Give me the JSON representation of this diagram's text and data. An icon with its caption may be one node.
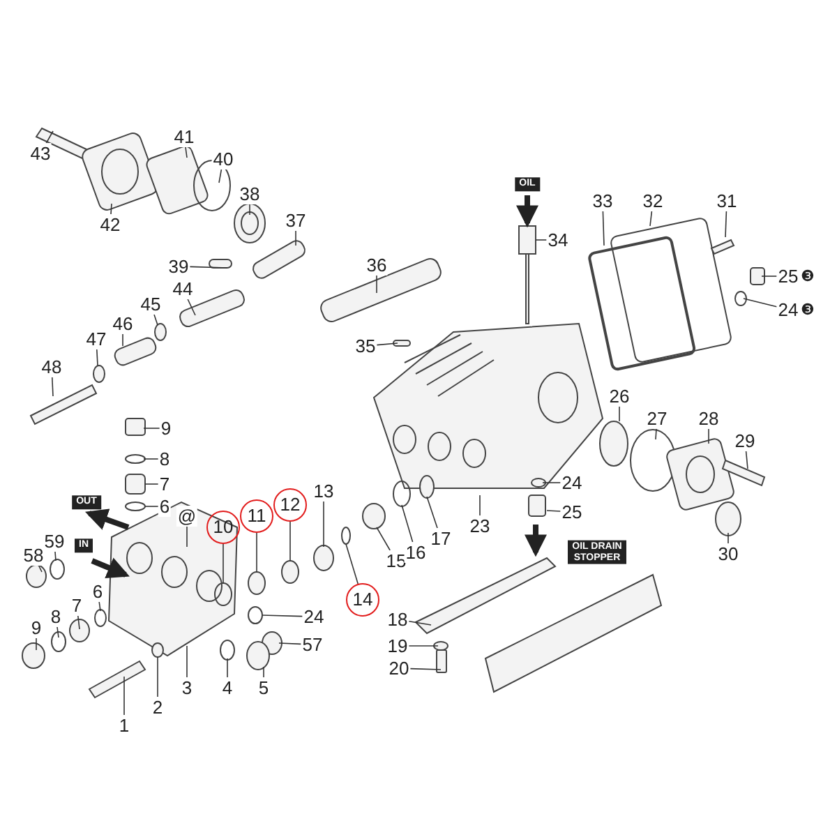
{
  "diagram": {
    "nodes": [
      {
        "text": [
          "43"
        ]
      },
      {
        "text": [
          "41"
        ]
      },
      {
        "text": [
          "40"
        ]
      },
      {
        "text": [
          "38"
        ]
      },
      {
        "text": [
          "37"
        ]
      },
      {
        "text": [
          "42"
        ]
      },
      {
        "text": [
          "39"
        ]
      },
      {
        "text": [
          "36"
        ]
      },
      {
        "text": [
          "44"
        ]
      },
      {
        "text": [
          "45"
        ]
      },
      {
        "text": [
          "46"
        ]
      },
      {
        "text": [
          "47"
        ]
      },
      {
        "text": [
          "35"
        ]
      },
      {
        "text": [
          "48"
        ]
      },
      {
        "text": [
          "34"
        ]
      },
      {
        "text": [
          "33"
        ]
      },
      {
        "text": [
          "32"
        ]
      },
      {
        "text": [
          "31"
        ]
      },
      {
        "text": [
          "25"
        ],
        "beside": [
          "❸"
        ]
      },
      {
        "text": [
          "24"
        ],
        "beside": [
          "❸"
        ]
      },
      {
        "text": [
          "26"
        ]
      },
      {
        "text": [
          "27"
        ]
      },
      {
        "text": [
          "28"
        ]
      },
      {
        "text": [
          "29"
        ]
      },
      {
        "text": [
          "30"
        ]
      },
      {
        "text": [
          "23"
        ]
      },
      {
        "text": [
          "24"
        ]
      },
      {
        "text": [
          "25"
        ]
      },
      {
        "text": [
          "9"
        ]
      },
      {
        "text": [
          "8"
        ]
      },
      {
        "text": [
          "7"
        ]
      },
      {
        "text": [
          "6"
        ]
      },
      {
        "text": [
          "13"
        ]
      },
      {
        "text": [
          "12"
        ]
      },
      {
        "text": [
          "11"
        ]
      },
      {
        "text": [
          "10"
        ]
      },
      {
        "text": [
          "14"
        ]
      },
      {
        "text": [
          "15"
        ]
      },
      {
        "text": [
          "16"
        ]
      },
      {
        "text": [
          "17"
        ]
      },
      {
        "text": [
          "@"
        ]
      },
      {
        "text": [
          "59"
        ]
      },
      {
        "text": [
          "58"
        ]
      },
      {
        "text": [
          "24"
        ]
      },
      {
        "text": [
          "57"
        ]
      },
      {
        "text": [
          "6"
        ]
      },
      {
        "text": [
          "7"
        ]
      },
      {
        "text": [
          "8"
        ]
      },
      {
        "text": [
          "9"
        ]
      },
      {
        "text": [
          "18"
        ]
      },
      {
        "text": [
          "19"
        ]
      },
      {
        "text": [
          "20"
        ]
      },
      {
        "text": [
          "3"
        ]
      },
      {
        "text": [
          "4"
        ]
      },
      {
        "text": [
          "5"
        ]
      },
      {
        "text": [
          "2"
        ]
      },
      {
        "text": [
          "1"
        ]
      }
    ],
    "edges": [
      {
        "from": 0,
        "to": null,
        "arrow": "none"
      },
      {
        "from": 1,
        "to": null,
        "arrow": "none"
      },
      {
        "from": 2,
        "to": null,
        "arrow": "none"
      },
      {
        "from": 3,
        "to": null,
        "arrow": "none"
      },
      {
        "from": 4,
        "to": null,
        "arrow": "none"
      },
      {
        "from": 5,
        "to": null,
        "arrow": "none"
      },
      {
        "from": 6,
        "to": null,
        "arrow": "none"
      },
      {
        "from": 7,
        "to": null,
        "arrow": "none"
      },
      {
        "from": 8,
        "to": null,
        "arrow": "none"
      },
      {
        "from": 9,
        "to": null,
        "arrow": "none"
      },
      {
        "from": 10,
        "to": null,
        "arrow": "none"
      },
      {
        "from": 11,
        "to": null,
        "arrow": "none"
      },
      {
        "from": 12,
        "to": null,
        "arrow": "none"
      },
      {
        "from": 13,
        "to": null,
        "arrow": "none"
      },
      {
        "from": 14,
        "to": null,
        "arrow": "none"
      },
      {
        "from": 15,
        "to": null,
        "arrow": "none"
      },
      {
        "from": 16,
        "to": null,
        "arrow": "none"
      },
      {
        "from": 17,
        "to": null,
        "arrow": "none"
      },
      {
        "from": 18,
        "to": null,
        "arrow": "none"
      },
      {
        "from": 19,
        "to": null,
        "arrow": "none"
      },
      {
        "from": 20,
        "to": null,
        "arrow": "none"
      },
      {
        "from": 21,
        "to": null,
        "arrow": "none"
      },
      {
        "from": 22,
        "to": null,
        "arrow": "none"
      },
      {
        "from": 23,
        "to": null,
        "arrow": "none"
      },
      {
        "from": 24,
        "to": null,
        "arrow": "none"
      },
      {
        "from": 25,
        "to": null,
        "arrow": "none"
      },
      {
        "from": 26,
        "to": null,
        "arrow": "none"
      },
      {
        "from": 27,
        "to": null,
        "arrow": "none"
      },
      {
        "from": 28,
        "to": null,
        "arrow": "none"
      },
      {
        "from": 29,
        "to": null,
        "arrow": "none"
      },
      {
        "from": 30,
        "to": null,
        "arrow": "none"
      },
      {
        "from": 31,
        "to": null,
        "arrow": "none"
      },
      {
        "from": 32,
        "to": null,
        "arrow": "none"
      },
      {
        "from": 33,
        "to": null,
        "arrow": "none"
      },
      {
        "from": 34,
        "to": null,
        "arrow": "none"
      },
      {
        "from": 35,
        "to": null,
        "arrow": "none"
      },
      {
        "from": 36,
        "to": null,
        "arrow": "none"
      },
      {
        "from": 37,
        "to": null,
        "arrow": "none"
      },
      {
        "from": 38,
        "to": null,
        "arrow": "none"
      },
      {
        "from": 39,
        "to": null,
        "arrow": "none"
      },
      {
        "from": 40,
        "to": null,
        "arrow": "none"
      },
      {
        "from": 41,
        "to": null,
        "arrow": "none"
      },
      {
        "from": 42,
        "to": null,
        "arrow": "none"
      },
      {
        "from": 43,
        "to": null,
        "arrow": "none"
      },
      {
        "from": 44,
        "to": null,
        "arrow": "none"
      },
      {
        "from": 45,
        "to": null,
        "arrow": "none"
      },
      {
        "from": 46,
        "to": null,
        "arrow": "none"
      },
      {
        "from": 47,
        "to": null,
        "arrow": "none"
      },
      {
        "from": 48,
        "to": null,
        "arrow": "none"
      },
      {
        "from": 49,
        "to": null,
        "arrow": "none"
      },
      {
        "from": 50,
        "to": null,
        "arrow": "none"
      },
      {
        "from": 51,
        "to": null,
        "arrow": "none"
      },
      {
        "from": 52,
        "to": null,
        "arrow": "none"
      },
      {
        "from": 53,
        "to": null,
        "arrow": "none"
      },
      {
        "from": 54,
        "to": null,
        "arrow": "none"
      },
      {
        "from": 55,
        "to": null,
        "arrow": "none"
      },
      {
        "from": 56,
        "to": null,
        "arrow": "none"
      }
    ],
    "labels": [
      "OIL",
      "OUT",
      "OIL DRAIN STOPPER",
      "IN"
    ]
  }
}
